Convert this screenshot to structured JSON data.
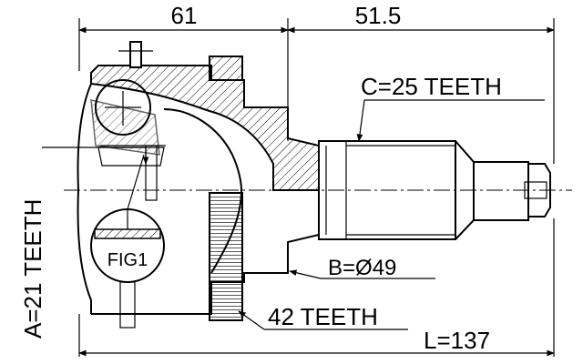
{
  "dimensions": {
    "left_length": "61",
    "right_length": "51.5",
    "total_length": "L=137"
  },
  "labels": {
    "c_teeth": "C=25 TEETH",
    "b_diameter": "B=Ø49",
    "abs_teeth": "42 TEETH",
    "a_teeth": "A=21 TEETH",
    "fig": "FIG1"
  }
}
